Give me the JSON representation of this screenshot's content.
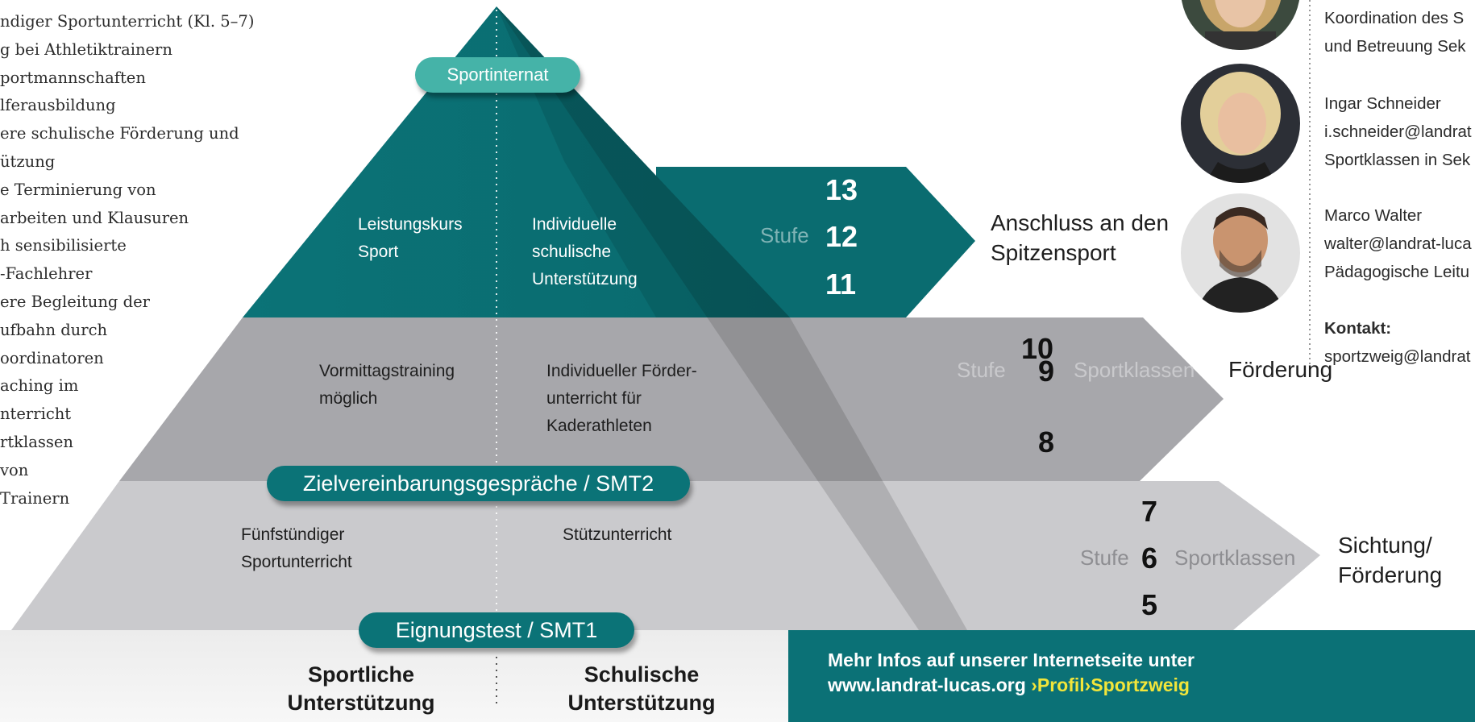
{
  "colors": {
    "teal": "#0b7377",
    "teal_light": "#45b3a8",
    "grey_dark": "#a7a7ab",
    "grey_light": "#cacacd",
    "highlight": "#f2e53a"
  },
  "left_list": [
    "ndiger Sportunterricht (Kl. 5–7)",
    "g bei Athletiktrainern",
    "portmannschaften",
    "lferausbildung",
    "ere schulische Förderung und",
    "ützung",
    "e Terminierung von",
    "arbeiten und Klausuren",
    "h sensibilisierte",
    "-Fachlehrer",
    "ere Begleitung der",
    "ufbahn durch",
    "oordinatoren",
    "aching im",
    "nterricht",
    "rtklassen",
    "von",
    "Trainern"
  ],
  "pyramid": {
    "pill_top": "Sportinternat",
    "pill_mid": "Zielvereinbarungsgespräche / SMT2",
    "pill_bottom": "Eignungstest / SMT1",
    "top_left": "Leistungskurs\nSport",
    "top_right": "Individuelle\nschulische\nUnterstützung",
    "mid_left": "Vormittagstraining\nmöglich",
    "mid_right": "Individueller Förder-\nunterricht für\nKaderathleten",
    "low_left": "Fünfstündiger\nSportunterricht",
    "low_right": "Stützunterricht",
    "bottom_left": "Sportliche\nUnterstützung",
    "bottom_right": "Schulische\nUnterstützung"
  },
  "arrows": [
    {
      "stufe": "Stufe",
      "nums": [
        "13",
        "12",
        "11"
      ],
      "suffix": "",
      "label": "Anschluss an den\nSpitzensport"
    },
    {
      "stufe": "Stufe",
      "nums": [
        "10",
        "9",
        "8"
      ],
      "suffix": "Sportklassen",
      "label": "Förderung"
    },
    {
      "stufe": "Stufe",
      "nums": [
        "7",
        "6",
        "5"
      ],
      "suffix": "Sportklassen",
      "label": "Sichtung/\nFörderung"
    }
  ],
  "contacts": {
    "first": [
      "Koordination des S",
      "und Betreuung Sek"
    ],
    "second": [
      "Ingar Schneider",
      "i.schneider@landrat",
      "Sportklassen in Sek"
    ],
    "third": [
      "Marco Walter",
      "walter@landrat-luca",
      "Pädagogische Leitu"
    ],
    "contact_heading": "Kontakt:",
    "contact_email": "sportzweig@landrat"
  },
  "info": {
    "line1": "Mehr Infos auf unserer Internetseite unter",
    "line2_main": "www.landrat-lucas.org",
    "line2_highlight": " ›Profil›Sportzweig"
  }
}
